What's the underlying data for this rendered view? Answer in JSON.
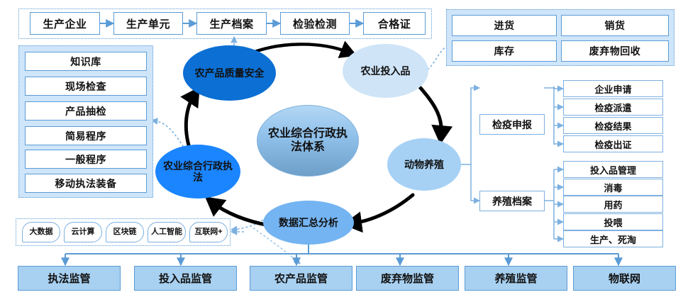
{
  "title": "农业综合行政执法体系",
  "colors": {
    "frame_blue": "#5b9bd5",
    "shade_blue": "#cfe5fa",
    "fill_blue": "#a8d0f0",
    "wire_blue": "#5b9bd5",
    "deep_blue": "#0b6fd4",
    "bright_blue": "#1a85ff",
    "mid_blue": "#74b4f2",
    "light_blue": "#a6d1f5",
    "pale_blue": "#cfe4f7"
  },
  "top_chain": {
    "items": [
      {
        "label": "生产企业"
      },
      {
        "label": "生产单元"
      },
      {
        "label": "生产档案"
      },
      {
        "label": "检验检测"
      },
      {
        "label": "合格证"
      }
    ]
  },
  "top_right_group": {
    "items": [
      {
        "label": "进货"
      },
      {
        "label": "销货"
      },
      {
        "label": "库存"
      },
      {
        "label": "废弃物回收"
      }
    ]
  },
  "left_list": {
    "items": [
      {
        "label": "知识库"
      },
      {
        "label": "现场检查"
      },
      {
        "label": "产品抽检"
      },
      {
        "label": "简易程序"
      },
      {
        "label": "一般程序"
      },
      {
        "label": "移动执法装备"
      }
    ]
  },
  "cycle": {
    "center": {
      "label": "农业综合行政执法体系"
    },
    "nodes": [
      {
        "label": "农产品质量安全",
        "color": "#0b6fd4"
      },
      {
        "label": "农业投入品",
        "color": "#cfe4f7"
      },
      {
        "label": "动物养殖",
        "color": "#a6d1f5"
      },
      {
        "label": "数据汇总分析",
        "color": "#74b4f2"
      },
      {
        "label": "农业综合行政执法",
        "color": "#1a85ff"
      }
    ]
  },
  "right_branches": [
    {
      "parent": "检疫申报",
      "children": [
        {
          "label": "企业申请"
        },
        {
          "label": "检疫派遣"
        },
        {
          "label": "检疫结果"
        },
        {
          "label": "检疫出证"
        }
      ]
    },
    {
      "parent": "养殖档案",
      "children": [
        {
          "label": "投入品管理"
        },
        {
          "label": "消毒"
        },
        {
          "label": "用药"
        },
        {
          "label": "投喂"
        },
        {
          "label": "生产、死淘"
        }
      ]
    }
  ],
  "tech_tags": {
    "items": [
      {
        "label": "大数据"
      },
      {
        "label": "云计算"
      },
      {
        "label": "区块链"
      },
      {
        "label": "人工智能"
      },
      {
        "label": "互联网+"
      }
    ]
  },
  "bottom_row": {
    "items": [
      {
        "label": "执法监管"
      },
      {
        "label": "投入品监管"
      },
      {
        "label": "农产品监管"
      },
      {
        "label": "废弃物监管"
      },
      {
        "label": "养殖监管"
      },
      {
        "label": "物联网"
      }
    ]
  }
}
